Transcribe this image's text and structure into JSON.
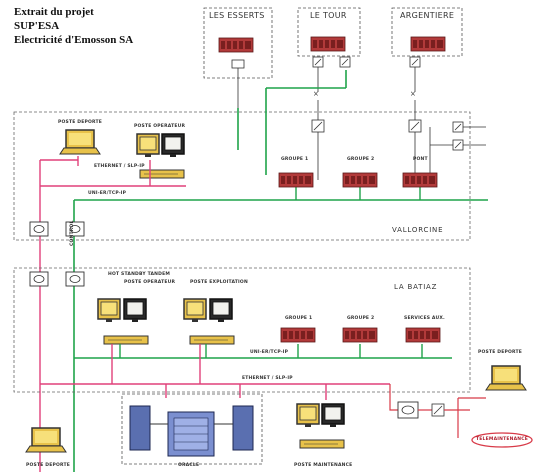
{
  "header": {
    "line1": "Extrait du projet",
    "line2": "SUP'ESA",
    "line3": "Electricité d'Emosson SA"
  },
  "sites": {
    "esserts": "LES ESSERTS",
    "tour": "LE TOUR",
    "argentiere": "ARGENTIERE"
  },
  "vallorcine": {
    "zone": "VALLORCINE",
    "poste_deporte": "POSTE DEPORTE",
    "poste_operateur": "POSTE OPERATEUR",
    "ethernet": "ETHERNET / SLP-IP",
    "uni": "UNI-ER/TCP-IP",
    "groupe1": "GROUPE 1",
    "groupe2": "GROUPE 2",
    "pont": "PONT"
  },
  "labatiaz": {
    "zone": "LA BATIAZ",
    "hot_standby": "HOT STANDBY TANDEM",
    "poste_operateur": "POSTE OPERATEUR",
    "poste_exploitation": "POSTE EXPLOITATION",
    "groupe1": "GROUPE 1",
    "groupe2": "GROUPE 2",
    "services": "SERVICES AUX.",
    "uni": "UNI-ER/TCP-IP",
    "ethernet": "ETHERNET / SLP-IP",
    "poste_deporte_right": "POSTE DEPORTE",
    "poste_deporte_bottom": "POSTE DEPORTE",
    "oracle": "ORACLE",
    "poste_maintenance": "POSTE MAINTENANCE",
    "telemaintenance": "TELEMAINTENANCE"
  },
  "link_label": "CONTROL",
  "colors": {
    "green": "#1fa34a",
    "magenta": "#e0407a",
    "red": "#d83a48",
    "plc_red": "#b23a3a",
    "screen_yellow": "#e8c24a",
    "dark": "#333333"
  }
}
